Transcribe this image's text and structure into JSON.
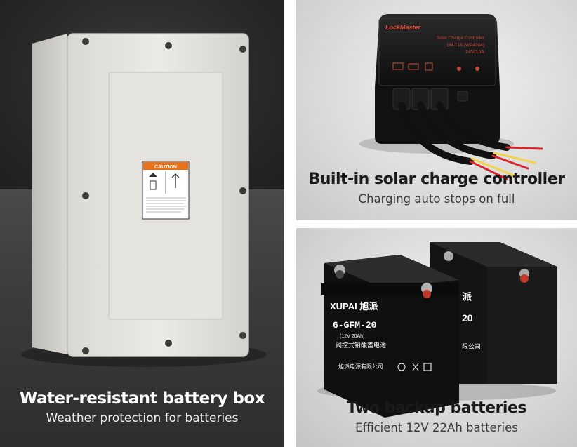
{
  "panels": {
    "battery_box": {
      "title": "Water-resistant battery box",
      "subtitle": "Weather protection for batteries",
      "label_heading": "CAUTION"
    },
    "charge_controller": {
      "title": "Built-in solar charge controller",
      "subtitle": "Charging auto stops on full",
      "brand": "LockMaster",
      "product_line1": "Solar Charge Controller",
      "product_line2": "LM-T18 (WP4004)",
      "product_line3": "24V/10A"
    },
    "batteries": {
      "title": "Two backup batteries",
      "subtitle": "Efficient 12V 22Ah batteries",
      "brand": "XUPAI 旭派",
      "model": "6-GFM-20",
      "spec": "(12V 20Ah)",
      "type_cn": "阀控式铅酸蓄电池",
      "maker_cn": "旭派电源有限公司",
      "rear_brand": "派",
      "rear_model": "20",
      "rear_maker_cn": "限公司"
    }
  },
  "colors": {
    "caution_orange": "#e8711c",
    "wire_red": "#d8262c",
    "wire_yellow": "#f1d24a",
    "battery_red_cap": "#c0392b"
  }
}
